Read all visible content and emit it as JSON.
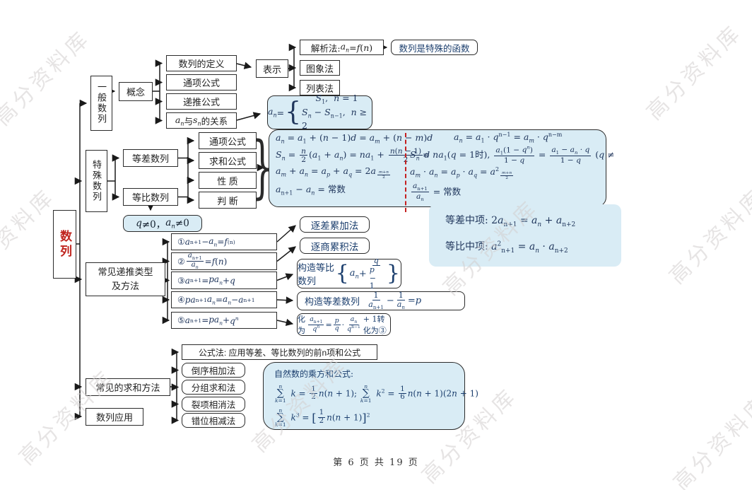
{
  "watermark": {
    "text": "高分资料库"
  },
  "footer": "第 6 页 共 19 页",
  "root": "数列",
  "decoration": {
    "brace_right": "}"
  },
  "general": {
    "label": "一般数列",
    "concept": "概念",
    "definition": "数列的定义",
    "general_term": "通项公式",
    "recursive": "递推公式",
    "an_sn_html": "<i>a<sub>n</sub></i>与<i>s<sub>n</sub></i>的关系",
    "representation": "表示",
    "analytic_html": "解析法: <i>a<sub>n</sub></i>=<i>f</i>(<i>n</i>)",
    "graph": "图象法",
    "table": "列表法",
    "special_function": "数列是特殊的函数",
    "piecewise_html": "<i>a<sub>n</sub></i> = <span class='cb big'>{</span><span class='cases'><span><i>S</i><sub>1</sub>,&nbsp;&nbsp;<i>n</i> = 1</span><span><i>S<sub>n</sub></i> − <i>S</i><sub>n−1</sub>,&nbsp;&nbsp;<i>n</i> ≥ 2</span></span>"
  },
  "special": {
    "label": "特殊数列",
    "arithmetic": "等差数列",
    "geometric": "等比数列",
    "aspects": [
      "通项公式",
      "求和公式",
      "性 质",
      "判 断"
    ],
    "q_nonzero_html": "<i>q</i>≠0， <i>a<sub>n</sub></i>≠0",
    "arithmetic_formulas_html": [
      "<i>a<sub>n</sub></i> = <i>a</i><sub>1</sub> + (<i>n</i> − 1)<i>d</i> = <i>a<sub>m</sub></i> + (<i>n</i> − <i>m</i>)<i>d</i>",
      "<i>S<sub>n</sub></i> = <span class='fr'><span class='nu'><i>n</i></span><span class='de'>2</span></span>(<i>a</i><sub>1</sub> + <i>a<sub>n</sub></i>) = <i>na</i><sub>1</sub> + <span class='fr'><span class='nu'><i>n</i>(<i>n</i> − 1)</span><span class='de'>2</span></span><i>d</i>",
      "<i>a<sub>m</sub></i> + <i>a<sub>n</sub></i> = <i>a<sub>p</sub></i> + <i>a<sub>q</sub></i> = 2<i>a</i><sub><span class='fr fsm'><span class='nu'><i>m</i>+<i>n</i></span><span class='de'>2</span></span></sub>",
      "<i>a</i><sub>n+1</sub> − <i>a<sub>n</sub></i> = 常数"
    ],
    "geometric_formulas_html": [
      "<i>a<sub>n</sub></i> = <i>a</i><sub>1</sub> · <i>q</i><sup>n−1</sup> = <i>a<sub>m</sub></i> · <i>q</i><sup>n−m</sup>",
      "<i>S<sub>n</sub></i> = <i>na</i><sub>1</sub>(<i>q</i> = 1时), <span class='fr'><span class='nu'><i>a</i><sub>1</sub>(1 − <i>q<sup>n</sup></i>)</span><span class='de'>1 − <i>q</i></span></span> = <span class='fr'><span class='nu'><i>a</i><sub>1</sub> − <i>a<sub>n</sub></i> · <i>q</i></span><span class='de'>1 − <i>q</i></span></span> (<i>q</i> ≠",
      "<i>a<sub>m</sub></i> · <i>a<sub>n</sub></i> = <i>a<sub>p</sub></i> · <i>a<sub>q</sub></i> = <i>a</i><sup>2</sup><sub><span class='fr fsm'><span class='nu'><i>m</i>+<i>n</i></span><span class='de'>2</span></span></sub>",
      "<span class='fr'><span class='nu'><i>a</i><sub>n+1</sub></span><span class='de'><i>a<sub>n</sub></i></span></span> = 常数"
    ],
    "middle_term_arith_html": "等差中项: 2<i>a</i><sub>n+1</sub> = <i>a<sub>n</sub></i> + <i>a</i><sub>n+2</sub>",
    "middle_term_geom_html": "等比中项: <i>a</i><sup>2</sup><sub>n+1</sub> = <i>a<sub>n</sub></i> · <i>a</i><sub>n+2</sub>"
  },
  "recursion": {
    "label": "常见递推类型及方法",
    "items_html": [
      "① <i>a</i><sub>n+1</sub> − <i>a<sub>n</sub></i> = <i>f</i><sub>(n)</sub>",
      "② <span class='fr'><span class='nu'><i>a</i><sub>n+1</sub></span><span class='de'><i>a<sub>n</sub></i></span></span> = <i>f</i> (<i>n</i>)",
      "③ <i>a</i><sub>n+1</sub> = <i>pa<sub>n</sub></i> + <i>q</i>",
      "④ <i>pa</i><sub>n+1</sub><i>a<sub>n</sub></i> = <i>a<sub>n</sub></i> − <i>a</i><sub>n+1</sub>",
      "⑤ <i>a</i><sub>n+1</sub> = <i>pa<sub>n</sub></i> + <i>q<sup>n</sup></i>"
    ],
    "methods_html": [
      "逐差累加法",
      "逐商累积法",
      "构造等比数列<span class='cb'>{</span><i>a<sub>n</sub></i> + <span class='fr'><span class='nu'><i>q</i></span><span class='de'><i>p</i> − 1</span></span><span class='cb'>}</span>",
      "构造等差数列&nbsp;&nbsp;<span class='fr'><span class='nu'>1</span><span class='de'><i>a</i><sub>n+1</sub></span></span> − <span class='fr'><span class='nu'>1</span><span class='de'><i>a<sub>n</sub></i></span></span> = <i>p</i>",
      "化为<span class='fr'><span class='nu'><i>a</i><sub>n+1</sub></span><span class='de'><i>q<sup>n</sup></i></span></span> = <span class='fr'><span class='nu'><i>p</i></span><span class='de'><i>q</i></span></span>·<span class='fr'><span class='nu'><i>a<sub>n</sub></i></span><span class='de'><i>q</i><sup>n−1</sup></span></span> + 1转化为③"
    ]
  },
  "summation": {
    "label": "常见的求和方法",
    "methods": [
      "公式法: 应用等差、等比数列的前n项和公式",
      "倒序相加法",
      "分组求和法",
      "裂项相消法",
      "错位相减法"
    ],
    "natural_title": "自然数的乘方和公式:",
    "natural_line1_html": "<span class='sum'><span class='sl'><i>n</i></span><span class='ss'>∑</span><span class='sl'><i>k</i>=1</span></span> <i>k</i> = <span class='fr'><span class='nu'>1</span><span class='de'>2</span></span><i>n</i>(<i>n</i> + 1); <span class='sum'><span class='sl'><i>n</i></span><span class='ss'>∑</span><span class='sl'><i>k</i>=1</span></span> <i>k</i><sup>2</sup> = <span class='fr'><span class='nu'>1</span><span class='de'>6</span></span><i>n</i>(<i>n</i> + 1)(2<i>n</i> + 1)",
    "natural_line2_html": "<span class='sum'><span class='sl'><i>n</i></span><span class='ss'>∑</span><span class='sl'><i>k</i>=1</span></span> <i>k</i><sup>3</sup> = <span class='lbk'>[</span><span class='fr'><span class='nu'>1</span><span class='de'>2</span></span><i>n</i>(<i>n</i> + 1)<span class='lbk'>]</span><sup>2</sup>"
  },
  "application": "数列应用"
}
